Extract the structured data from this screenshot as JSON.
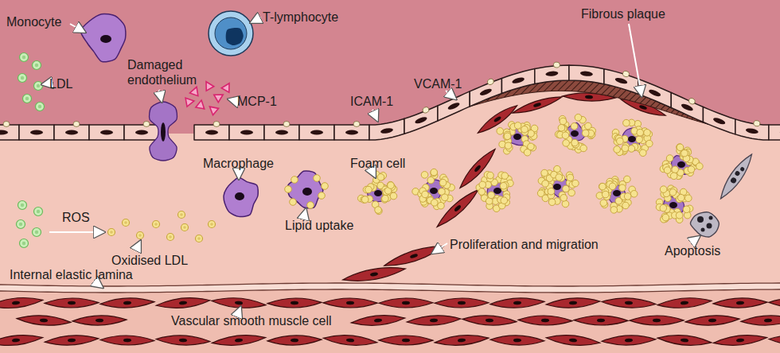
{
  "diagram": {
    "labels": [
      "Monocyte",
      "T-lymphocyte",
      "Fibrous plaque",
      "Damaged endothelium",
      "MCP-1",
      "VCAM-1",
      "LDL",
      "ICAM-1",
      "Macrophage",
      "Foam cell",
      "ROS",
      "Lipid uptake",
      "Oxidised LDL",
      "Proliferation and migration",
      "Apoptosis",
      "Internal elastic lamina",
      "Vascular smooth muscle cell"
    ]
  }
}
